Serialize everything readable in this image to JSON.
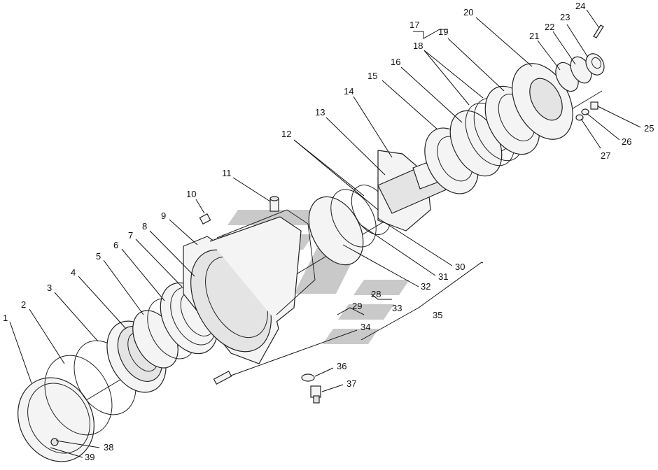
{
  "diagram": {
    "labels": [
      {
        "id": "1",
        "text": "1"
      },
      {
        "id": "2",
        "text": "2"
      },
      {
        "id": "3",
        "text": "3"
      },
      {
        "id": "4",
        "text": "4"
      },
      {
        "id": "5",
        "text": "5"
      },
      {
        "id": "6",
        "text": "6"
      },
      {
        "id": "7",
        "text": "7"
      },
      {
        "id": "8",
        "text": "8"
      },
      {
        "id": "9",
        "text": "9"
      },
      {
        "id": "10",
        "text": "10"
      },
      {
        "id": "11",
        "text": "11"
      },
      {
        "id": "12",
        "text": "12"
      },
      {
        "id": "13",
        "text": "13"
      },
      {
        "id": "14",
        "text": "14"
      },
      {
        "id": "15",
        "text": "15"
      },
      {
        "id": "16",
        "text": "16"
      },
      {
        "id": "17",
        "text": "17"
      },
      {
        "id": "18",
        "text": "18"
      },
      {
        "id": "19",
        "text": "19"
      },
      {
        "id": "20",
        "text": "20"
      },
      {
        "id": "21",
        "text": "21"
      },
      {
        "id": "22",
        "text": "22"
      },
      {
        "id": "23",
        "text": "23"
      },
      {
        "id": "24",
        "text": "24"
      },
      {
        "id": "25",
        "text": "25"
      },
      {
        "id": "26",
        "text": "26"
      },
      {
        "id": "27",
        "text": "27"
      },
      {
        "id": "28",
        "text": "28"
      },
      {
        "id": "29",
        "text": "29"
      },
      {
        "id": "30",
        "text": "30"
      },
      {
        "id": "31",
        "text": "31"
      },
      {
        "id": "32",
        "text": "32"
      },
      {
        "id": "33",
        "text": "33"
      },
      {
        "id": "34",
        "text": "34"
      },
      {
        "id": "35",
        "text": "35"
      },
      {
        "id": "36",
        "text": "36"
      },
      {
        "id": "37",
        "text": "37"
      },
      {
        "id": "38",
        "text": "38"
      },
      {
        "id": "39",
        "text": "39"
      }
    ],
    "colors": {
      "line": "#222222",
      "fill": "#f4f4f4",
      "watermark": "#b4b4b4"
    }
  }
}
